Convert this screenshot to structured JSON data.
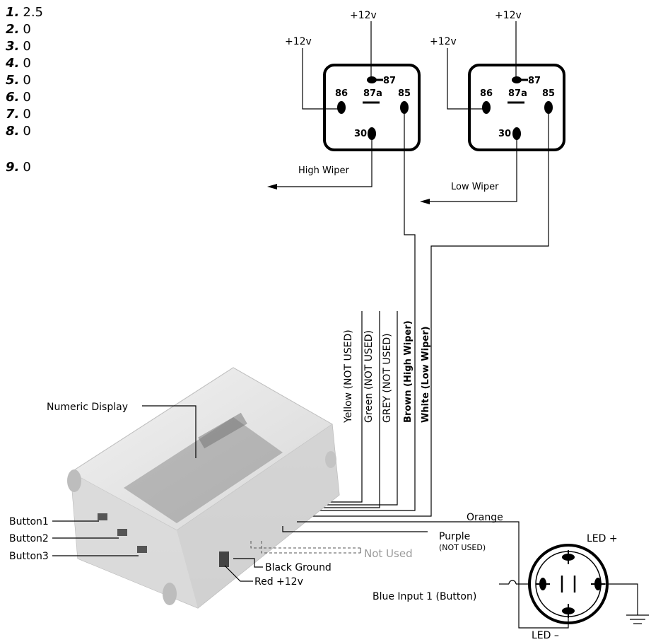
{
  "list": [
    {
      "num": "1.",
      "value": "2.5"
    },
    {
      "num": "2.",
      "value": "0"
    },
    {
      "num": "3.",
      "value": "0"
    },
    {
      "num": "4.",
      "value": "0"
    },
    {
      "num": "5.",
      "value": "0"
    },
    {
      "num": "6.",
      "value": "0"
    },
    {
      "num": "7.",
      "value": "0"
    },
    {
      "num": "8.",
      "value": "0"
    },
    {
      "num": "9.",
      "value": "0"
    }
  ],
  "relay_high": {
    "supply_top": "+12v",
    "supply_left": "+12v",
    "pin86": "86",
    "pin87": "87",
    "pin87a": "87a",
    "pin85": "85",
    "pin30": "30",
    "output": "High Wiper"
  },
  "relay_low": {
    "supply_top": "+12v",
    "supply_left": "+12v",
    "pin86": "86",
    "pin87": "87",
    "pin87a": "87a",
    "pin85": "85",
    "pin30": "30",
    "output": "Low Wiper"
  },
  "wires": {
    "yellow": "Yellow (NOT USED)",
    "green": "Green (NOT USED)",
    "grey": "GREY (NOT USED)",
    "brown": "Brown (High Wiper)",
    "white": "White (Low Wiper)",
    "orange": "Orange",
    "purple": "Purple",
    "purple_note": "(NOT USED)",
    "not_used": "Not Used",
    "black": "Black Ground",
    "red": "Red +12v",
    "blue": "Blue Input 1 (Button)"
  },
  "module": {
    "display": "Numeric Display",
    "button1": "Button1",
    "button2": "Button2",
    "button3": "Button3"
  },
  "switch": {
    "led_plus": "LED +",
    "led_minus": "LED –"
  }
}
